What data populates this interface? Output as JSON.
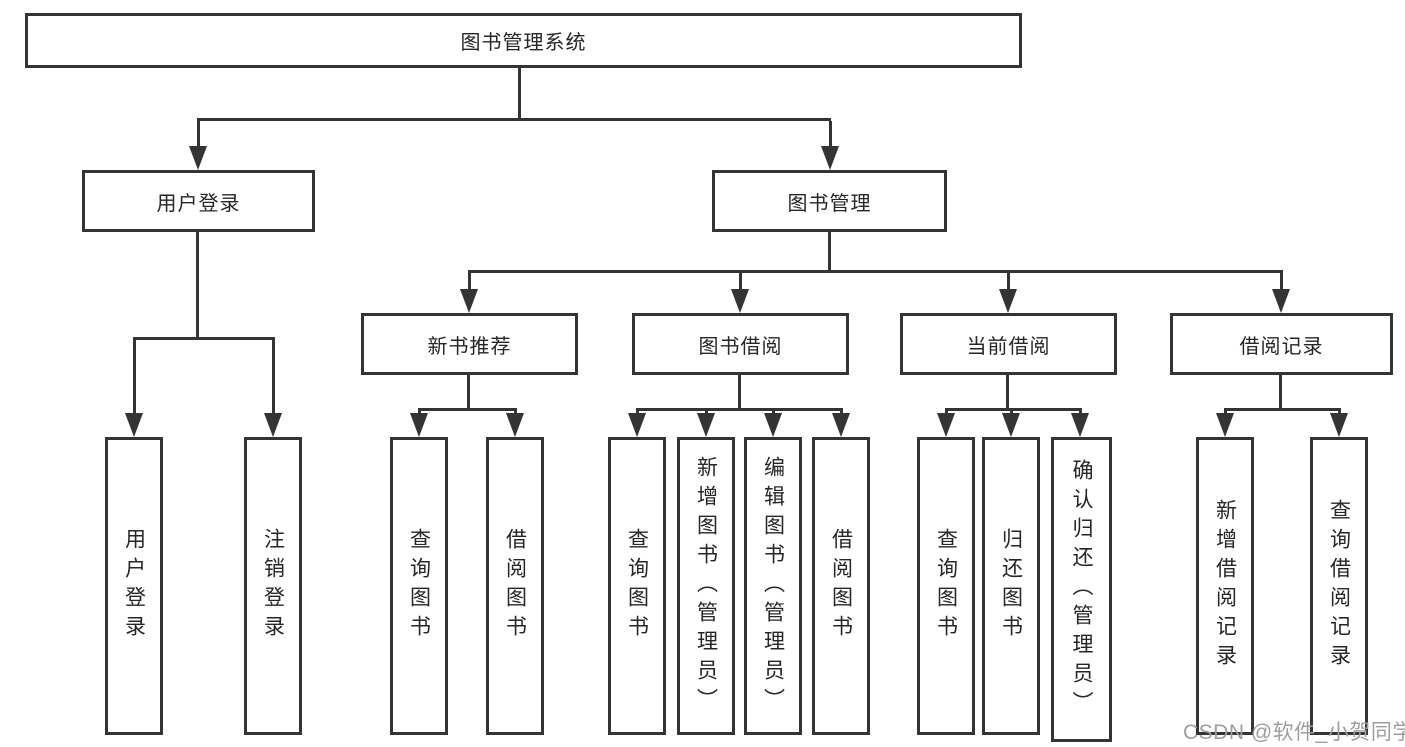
{
  "diagram": {
    "root": "图书管理系统",
    "user_login": {
      "label": "用户登录",
      "children": [
        "用户登录",
        "注销登录"
      ]
    },
    "book_management": {
      "label": "图书管理",
      "groups": {
        "new_books": {
          "label": "新书推荐",
          "children": [
            "查询图书",
            "借阅图书"
          ]
        },
        "borrowing": {
          "label": "图书借阅",
          "children": [
            "查询图书",
            "新增图书（管理员）",
            "编辑图书（管理员）",
            "借阅图书"
          ]
        },
        "current": {
          "label": "当前借阅",
          "children": [
            "查询图书",
            "归还图书",
            "确认归还（管理员）"
          ]
        },
        "records": {
          "label": "借阅记录",
          "children": [
            "新增借阅记录",
            "查询借阅记录"
          ]
        }
      }
    }
  },
  "watermark": "CSDN @软件_小贺同学",
  "colors": {
    "line": "#343434",
    "box_border": "#343434",
    "text": "#262626",
    "background": "#ffffff",
    "watermark": "#9e9e9e"
  }
}
